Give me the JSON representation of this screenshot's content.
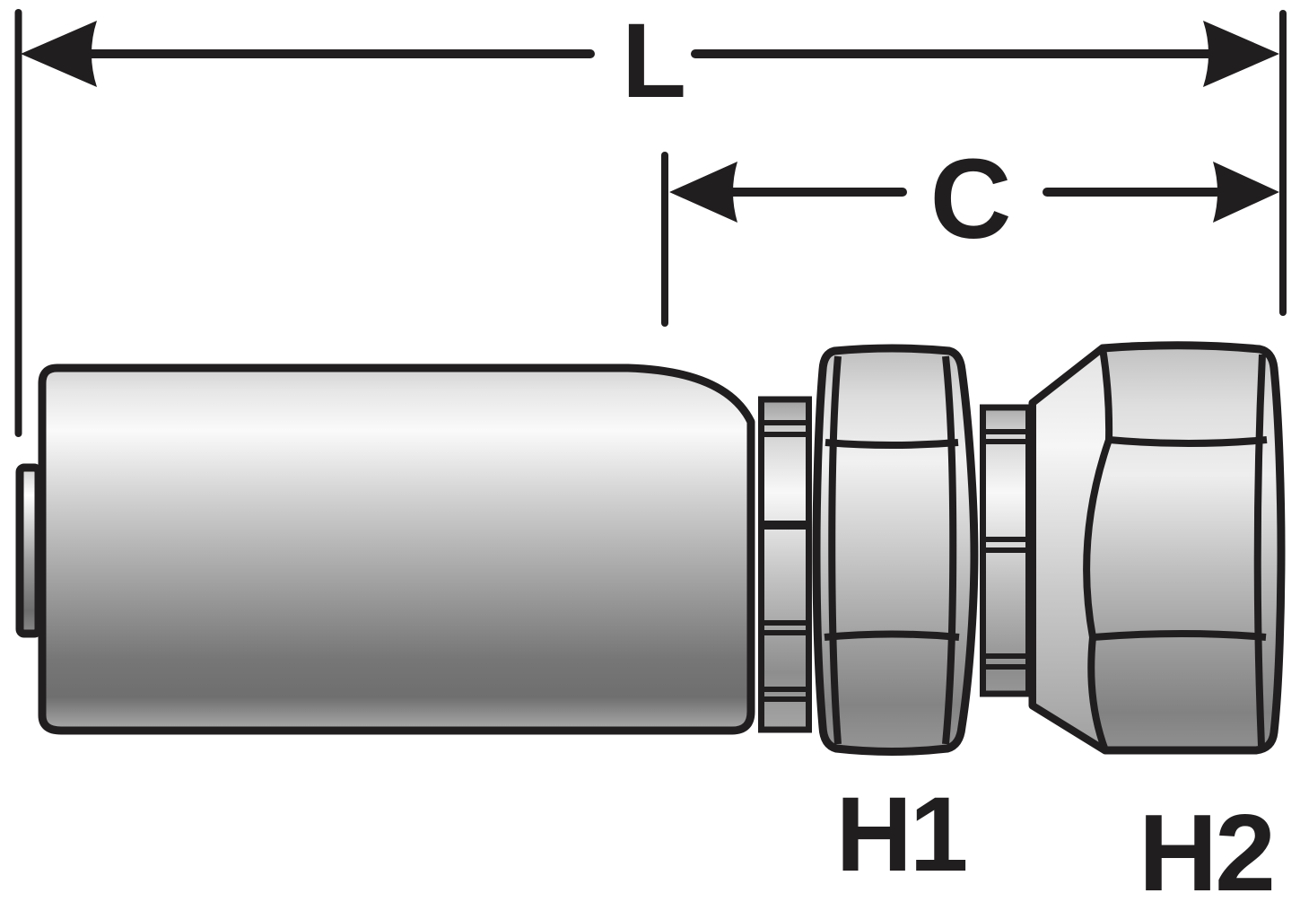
{
  "figure": {
    "background_color": "#ffffff",
    "line_color": "#211e1f",
    "metal_highlight_color": "#f7f7f7",
    "metal_mid_color": "#bdbdbd",
    "metal_shadow_color": "#6f6f6f",
    "dimension_labels": {
      "overall_length": "L",
      "cutoff_length": "C",
      "hex_1": "H1",
      "hex_2": "H2"
    }
  }
}
